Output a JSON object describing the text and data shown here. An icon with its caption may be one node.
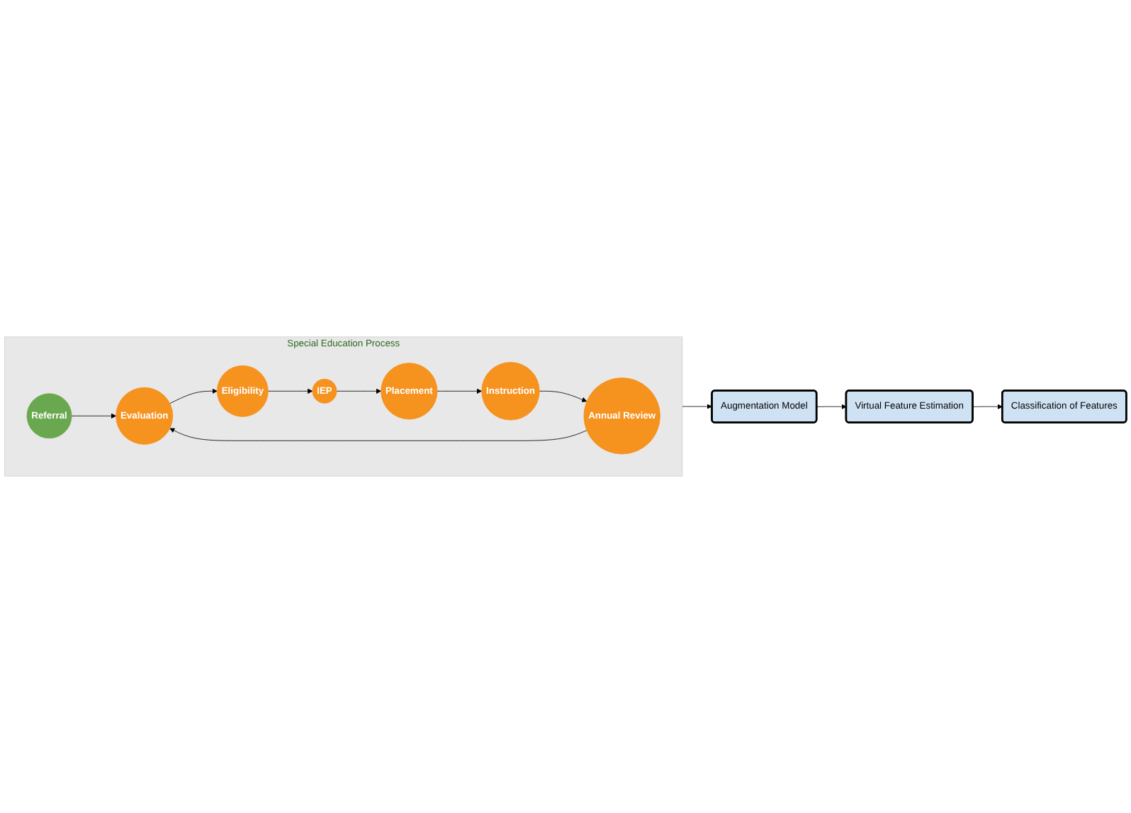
{
  "diagram": {
    "nodes": [
      {
        "text": [
          "Special Education Process"
        ]
      },
      {
        "text": [
          "Referral"
        ],
        "in": 0
      },
      {
        "text": [
          "Evaluation"
        ],
        "in": 0
      },
      {
        "text": [
          "Eligibility"
        ],
        "in": 0
      },
      {
        "text": [
          "IEP"
        ],
        "in": 0
      },
      {
        "text": [
          "Placement"
        ],
        "in": 0
      },
      {
        "text": [
          "Instruction"
        ],
        "in": 0
      },
      {
        "text": [
          "Annual Review"
        ],
        "in": 0
      },
      {
        "text": [
          "Augmentation Model"
        ]
      },
      {
        "text": [
          "Virtual Feature Estimation"
        ]
      },
      {
        "text": [
          "Classification of Features"
        ]
      }
    ],
    "edges": [
      {
        "from": 1,
        "to": 2,
        "arrow": "to"
      },
      {
        "from": 2,
        "to": 3,
        "arrow": "to"
      },
      {
        "from": 3,
        "to": 4,
        "arrow": "to"
      },
      {
        "from": 4,
        "to": 5,
        "arrow": "to"
      },
      {
        "from": 5,
        "to": 6,
        "arrow": "to"
      },
      {
        "from": 6,
        "to": 7,
        "arrow": "to"
      },
      {
        "from": 7,
        "to": 2,
        "arrow": "to"
      },
      {
        "from": 0,
        "to": 8,
        "arrow": "to"
      },
      {
        "from": 8,
        "to": 9,
        "arrow": "to"
      },
      {
        "from": 9,
        "to": 10,
        "arrow": "to"
      }
    ]
  }
}
